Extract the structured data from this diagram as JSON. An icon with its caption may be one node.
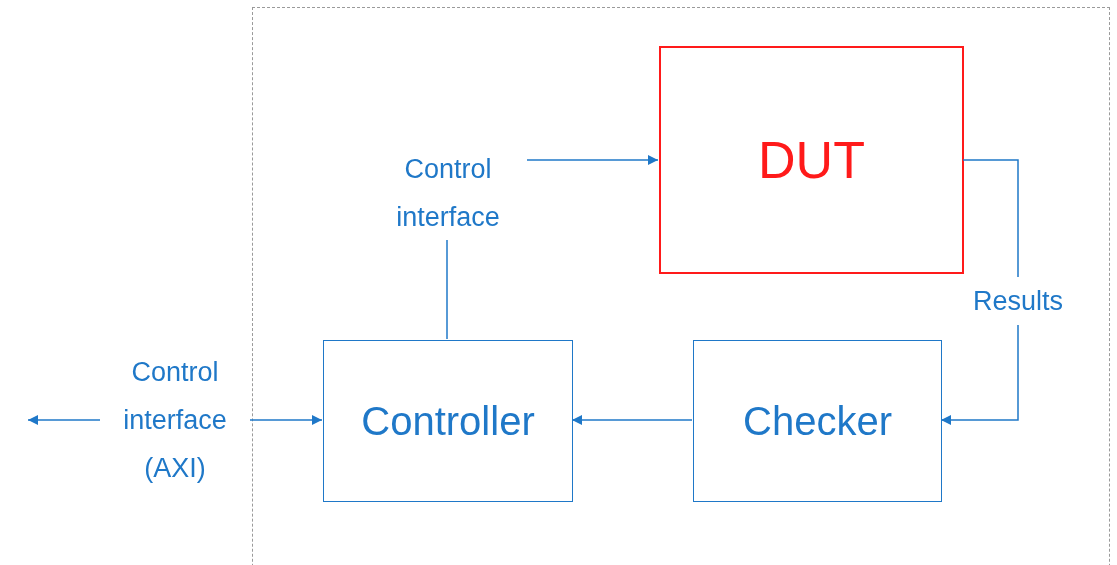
{
  "diagram": {
    "nodes": [
      {
        "text": [],
        "shape": "box"
      },
      {
        "text": [
          "DUT"
        ],
        "in": 0
      },
      {
        "text": [
          "Controller"
        ],
        "in": 0
      },
      {
        "text": [
          "Checker"
        ],
        "in": 0
      },
      {
        "text": [
          "Control interface"
        ],
        "in": 0
      }
    ],
    "edges": [
      {
        "from": 2,
        "to": 4,
        "arrow": "none"
      },
      {
        "from": 4,
        "to": 1,
        "arrow": "to"
      },
      {
        "from": 1,
        "to": 3,
        "arrow": "to",
        "label": "Results"
      },
      {
        "from": 3,
        "to": 2,
        "arrow": "to"
      },
      {
        "from": null,
        "to": 2,
        "arrow": "both",
        "label": "Control interface (AXI)"
      }
    ]
  }
}
